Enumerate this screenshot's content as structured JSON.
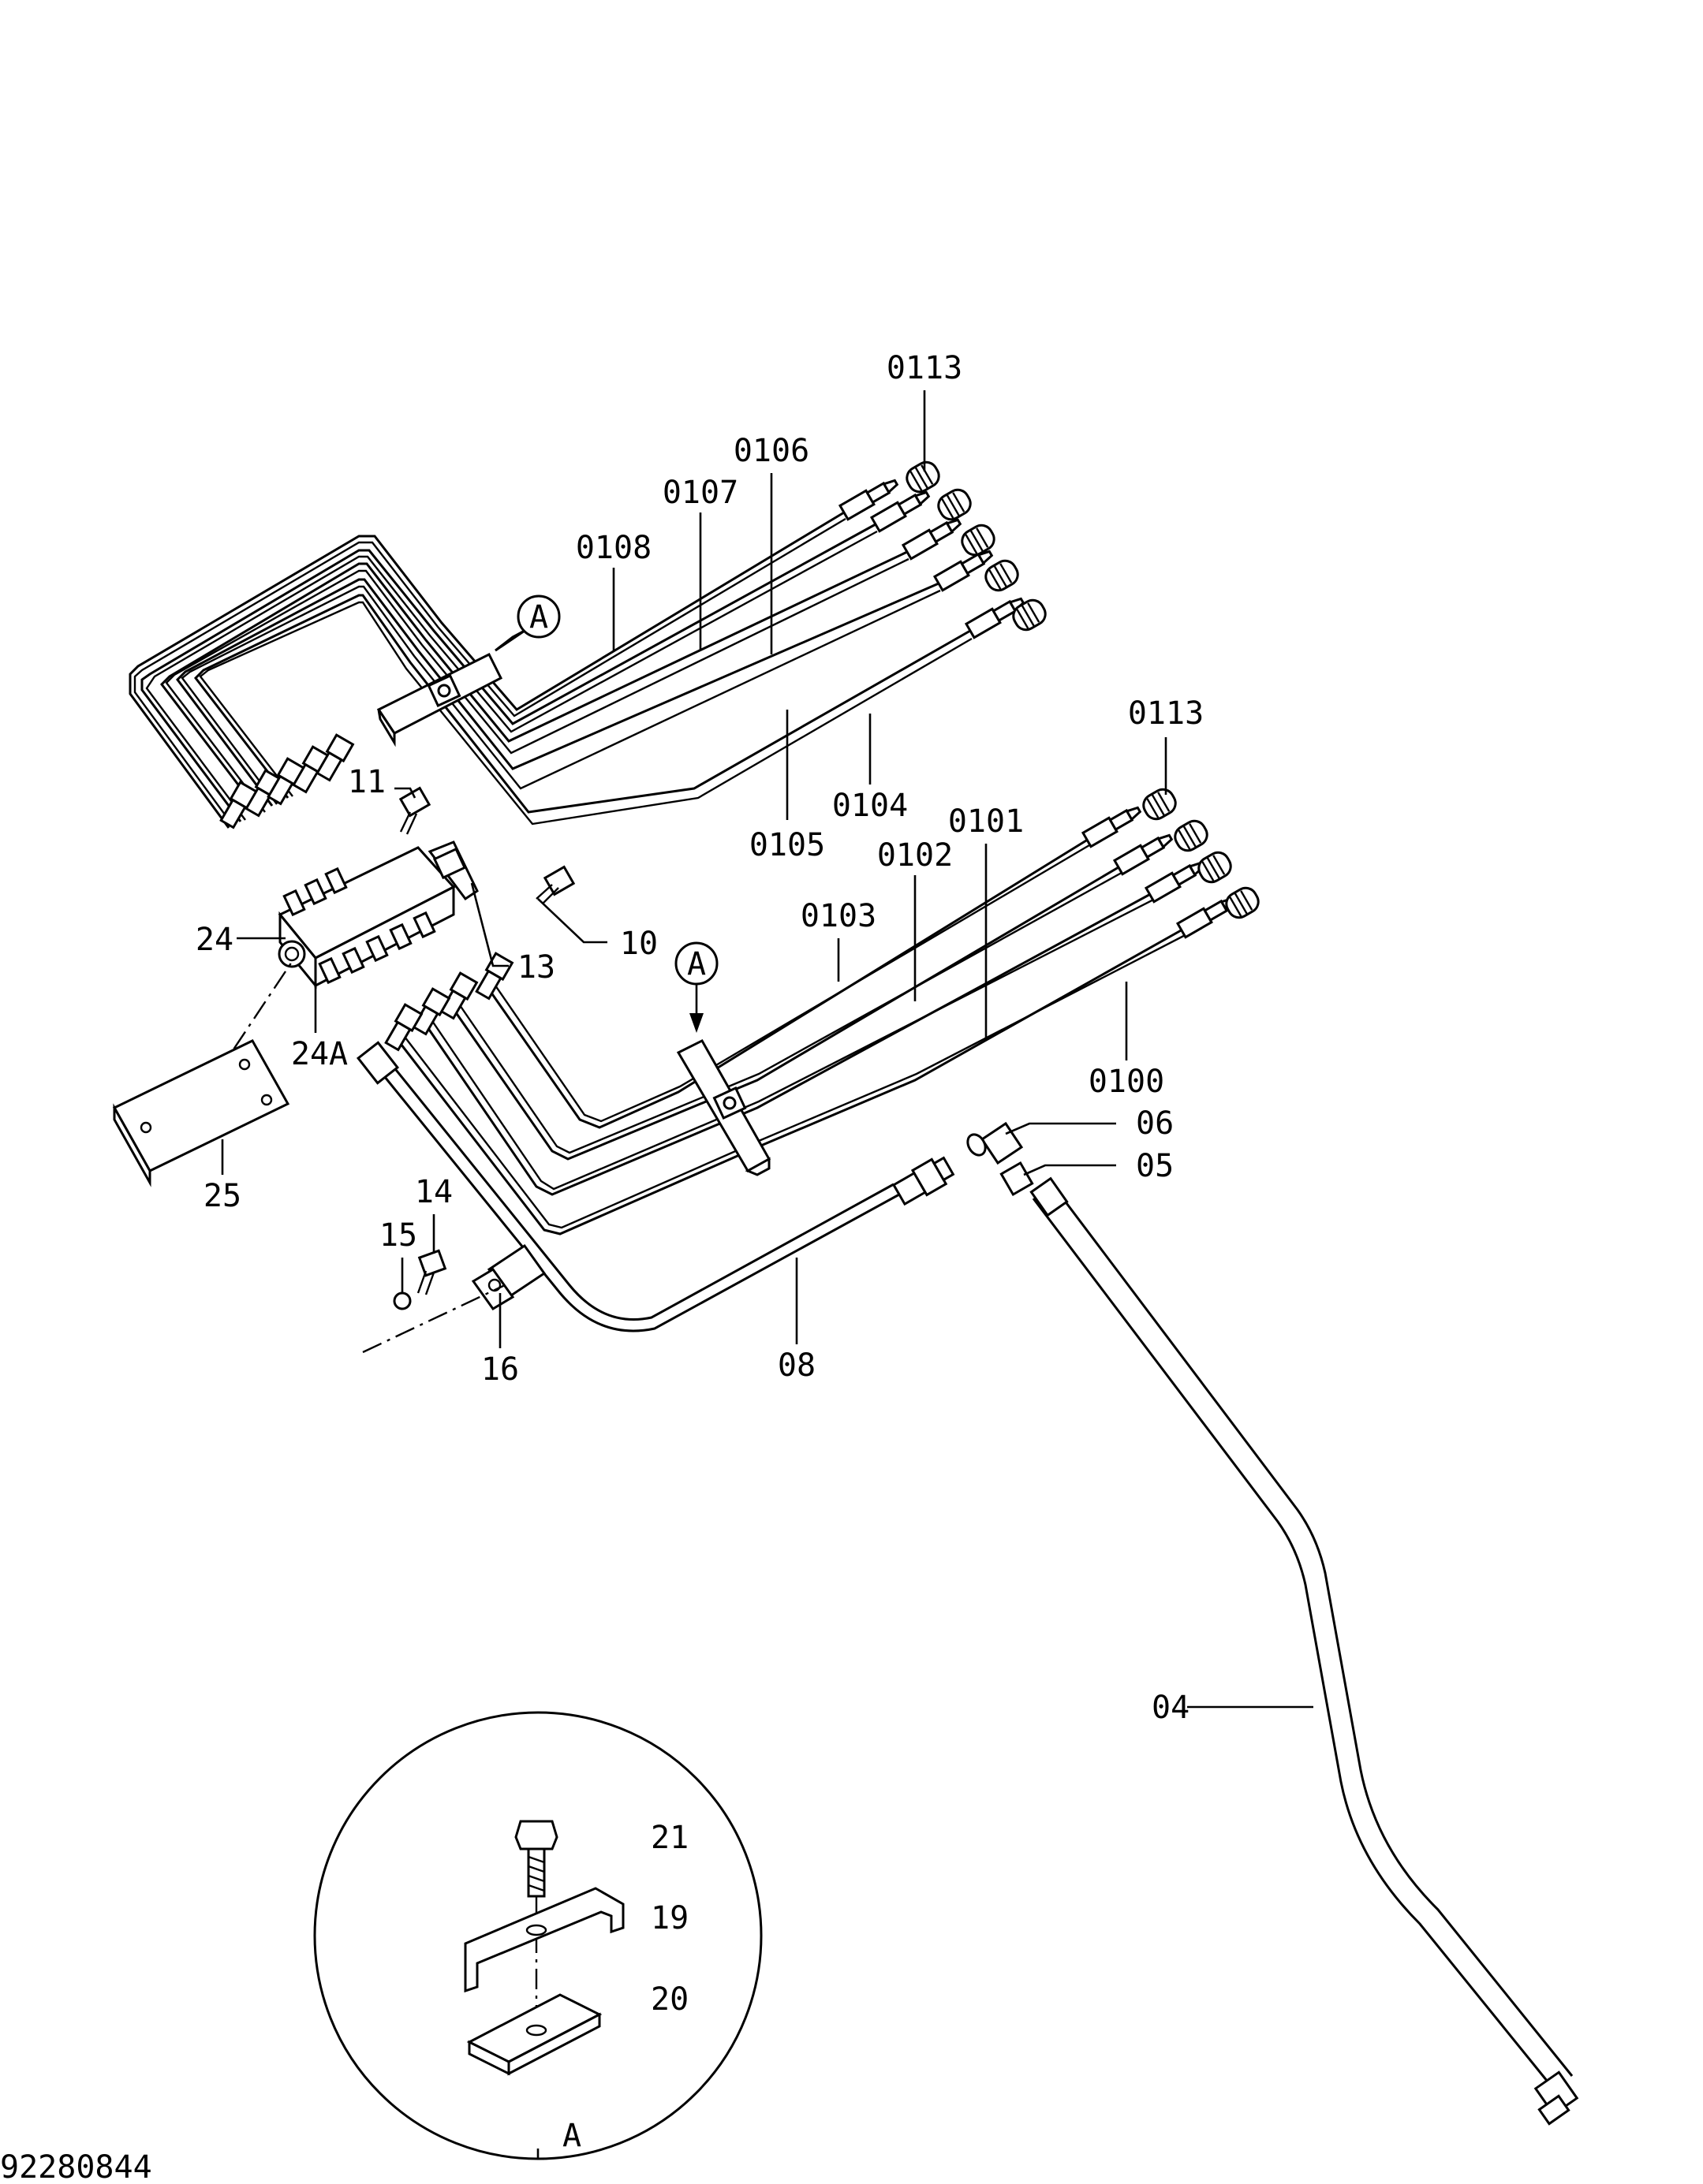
{
  "drawing": {
    "number": "92280844",
    "detail_view_label": "A",
    "section_marker": "A"
  },
  "callouts": {
    "p0113_a": "0113",
    "p0113_b": "0113",
    "p0106": "0106",
    "p0107": "0107",
    "p0108": "0108",
    "p0105": "0105",
    "p0104": "0104",
    "p0101": "0101",
    "p0102": "0102",
    "p0103": "0103",
    "p0100": "0100",
    "p11": "11",
    "p10": "10",
    "p13": "13",
    "p24": "24",
    "p24a": "24A",
    "p25": "25",
    "p14": "14",
    "p15": "15",
    "p16": "16",
    "p08": "08",
    "p06": "06",
    "p05": "05",
    "p04": "04",
    "p21": "21",
    "p19": "19",
    "p20": "20"
  }
}
